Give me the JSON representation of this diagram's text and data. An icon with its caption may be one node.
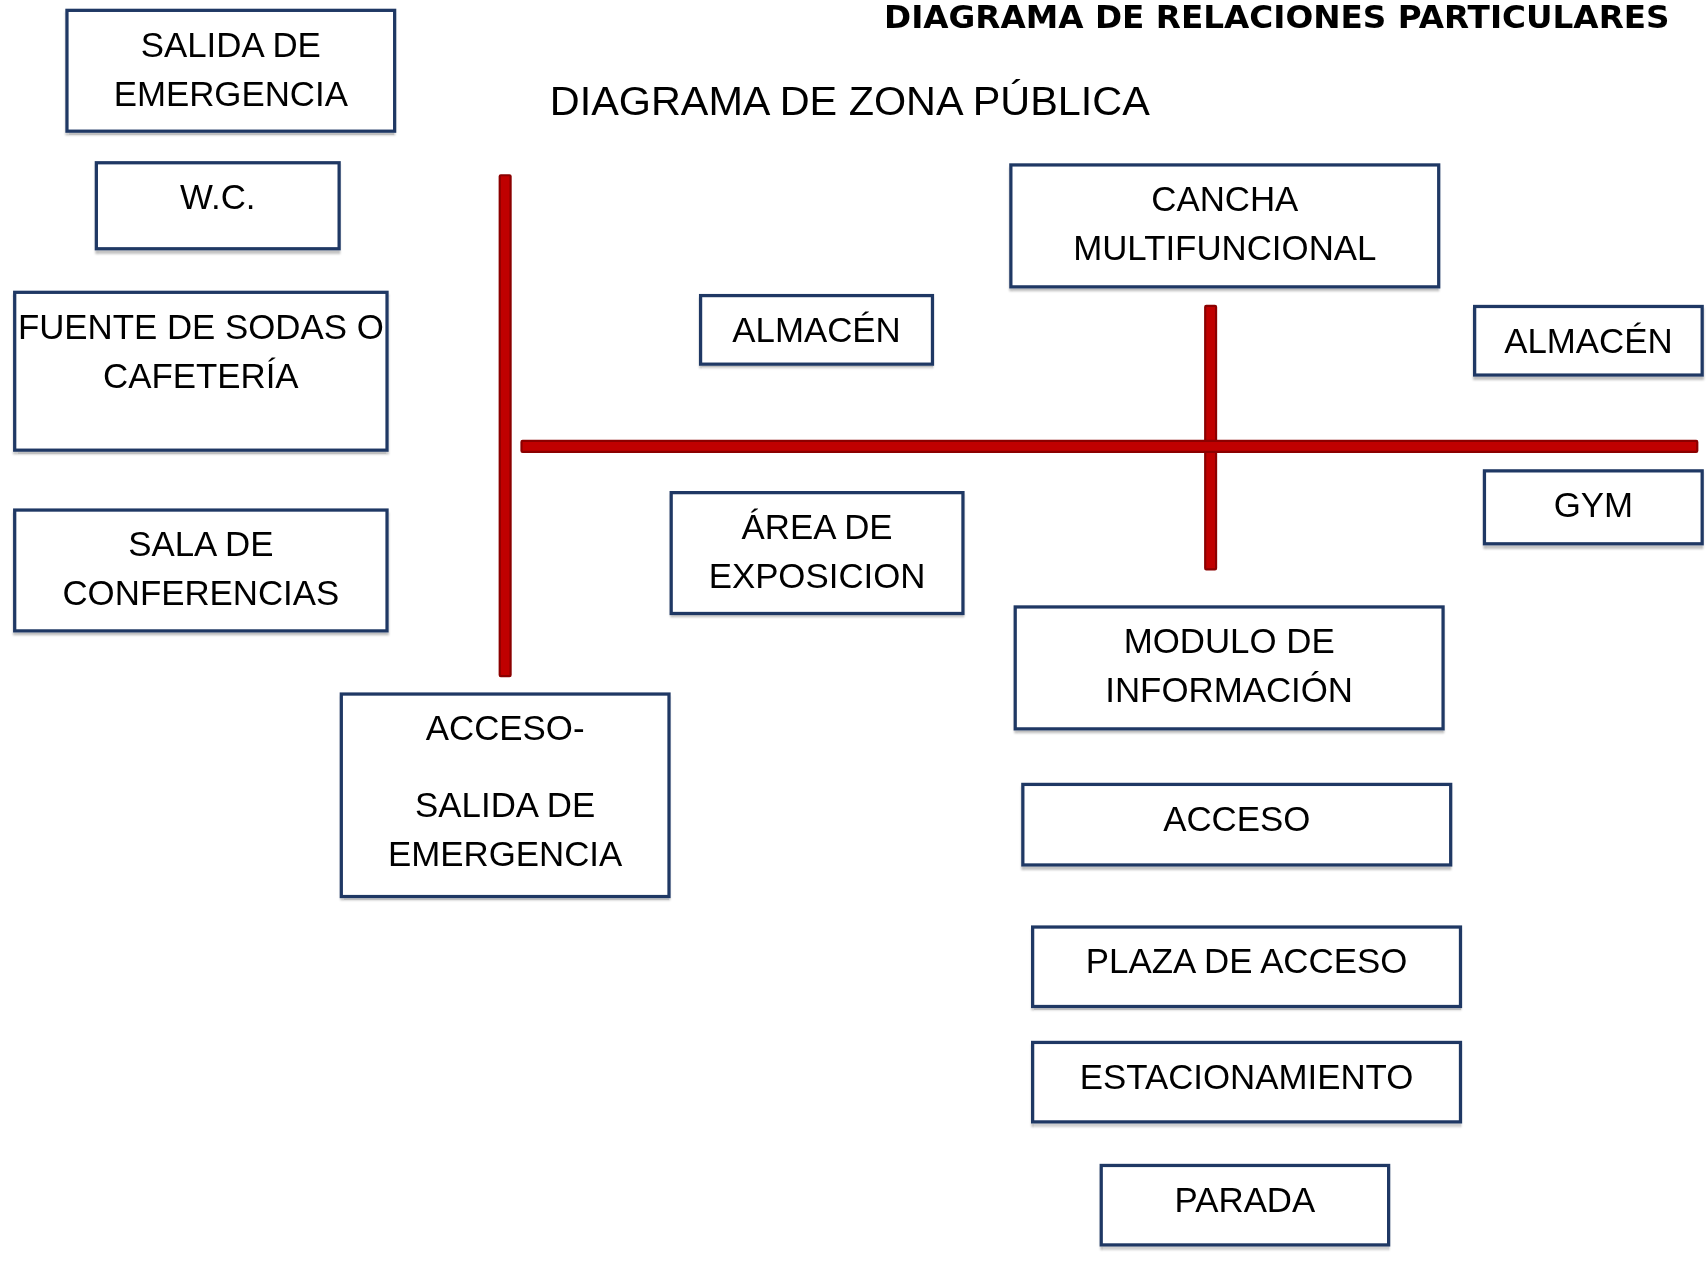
{
  "diagram": {
    "title": "DIAGRAMA DE RELACIONES PARTICULARES",
    "nodes": [
      {
        "text": [
          "SALIDA DE EMERGENCIA"
        ]
      },
      {
        "text": [
          "W.C."
        ]
      },
      {
        "text": [
          "FUENTE DE SODAS O CAFETERÍA"
        ]
      },
      {
        "text": [
          "SALA DE CONFERENCIAS"
        ]
      },
      {
        "text": [
          "ACCESO-",
          "SALIDA DE EMERGENCIA"
        ]
      },
      {
        "text": [
          "ALMACÉN"
        ]
      },
      {
        "text": [
          "CANCHA MULTIFUNCIONAL"
        ]
      },
      {
        "text": [
          "ALMACÉN"
        ]
      },
      {
        "text": [
          "ÁREA DE EXPOSICION"
        ]
      },
      {
        "text": [
          "GYM"
        ]
      },
      {
        "text": [
          "MODULO DE INFORMACIÓN"
        ]
      },
      {
        "text": [
          "ACCESO"
        ]
      },
      {
        "text": [
          "PLAZA DE ACCESO"
        ]
      },
      {
        "text": [
          "ESTACIONAMIENTO"
        ]
      },
      {
        "text": [
          "PARADA"
        ]
      }
    ],
    "labels": [
      "DIAGRAMA DE ZONA PÚBLICA"
    ]
  }
}
